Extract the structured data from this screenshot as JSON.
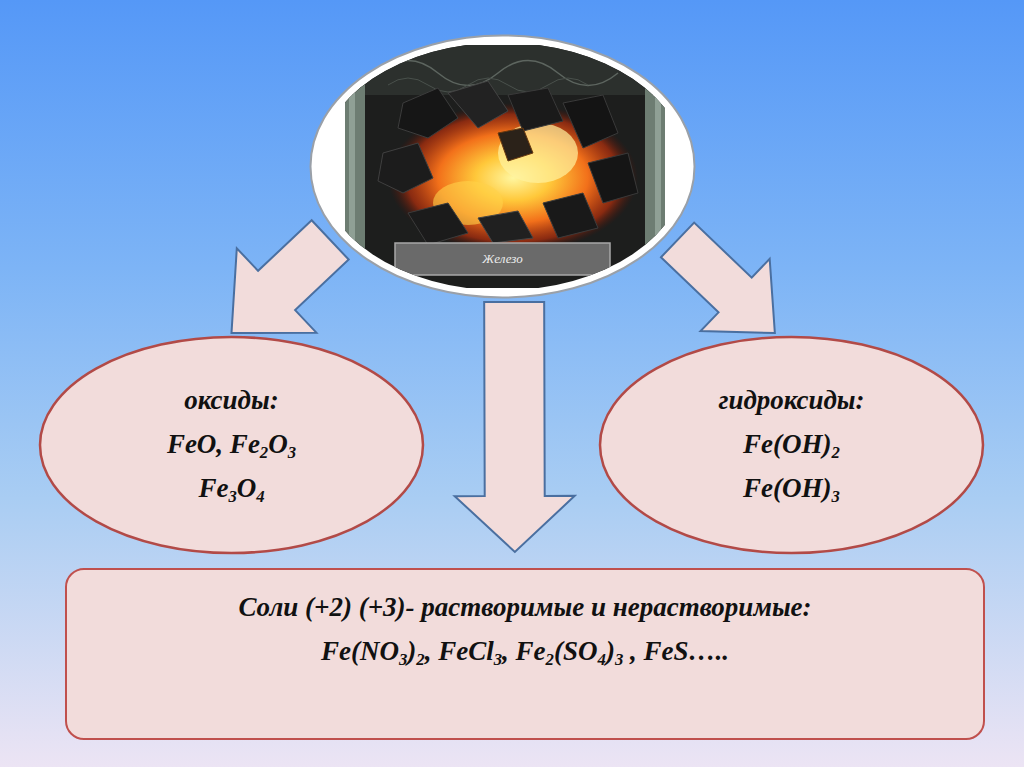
{
  "diagram": {
    "nodes": [
      {
        "text": [
          "Железо"
        ]
      },
      {
        "text": [
          "оксиды:",
          "FeO, Fe2O3",
          "Fe3O4"
        ]
      },
      {
        "text": [
          "гидроксиды:",
          "Fe(OH)2",
          "Fe(OH)3"
        ]
      },
      {
        "text": [
          "Соли (+2) (+3)- растворимые и нерастворимые:",
          "Fe(NO3)2, FeCl3, Fe2(SO4)3 , FeS….."
        ]
      }
    ],
    "edges": [
      {
        "from": 0,
        "to": 1,
        "arrow": "to"
      },
      {
        "from": 0,
        "to": 3,
        "arrow": "to"
      },
      {
        "from": 0,
        "to": 2,
        "arrow": "to"
      }
    ]
  }
}
